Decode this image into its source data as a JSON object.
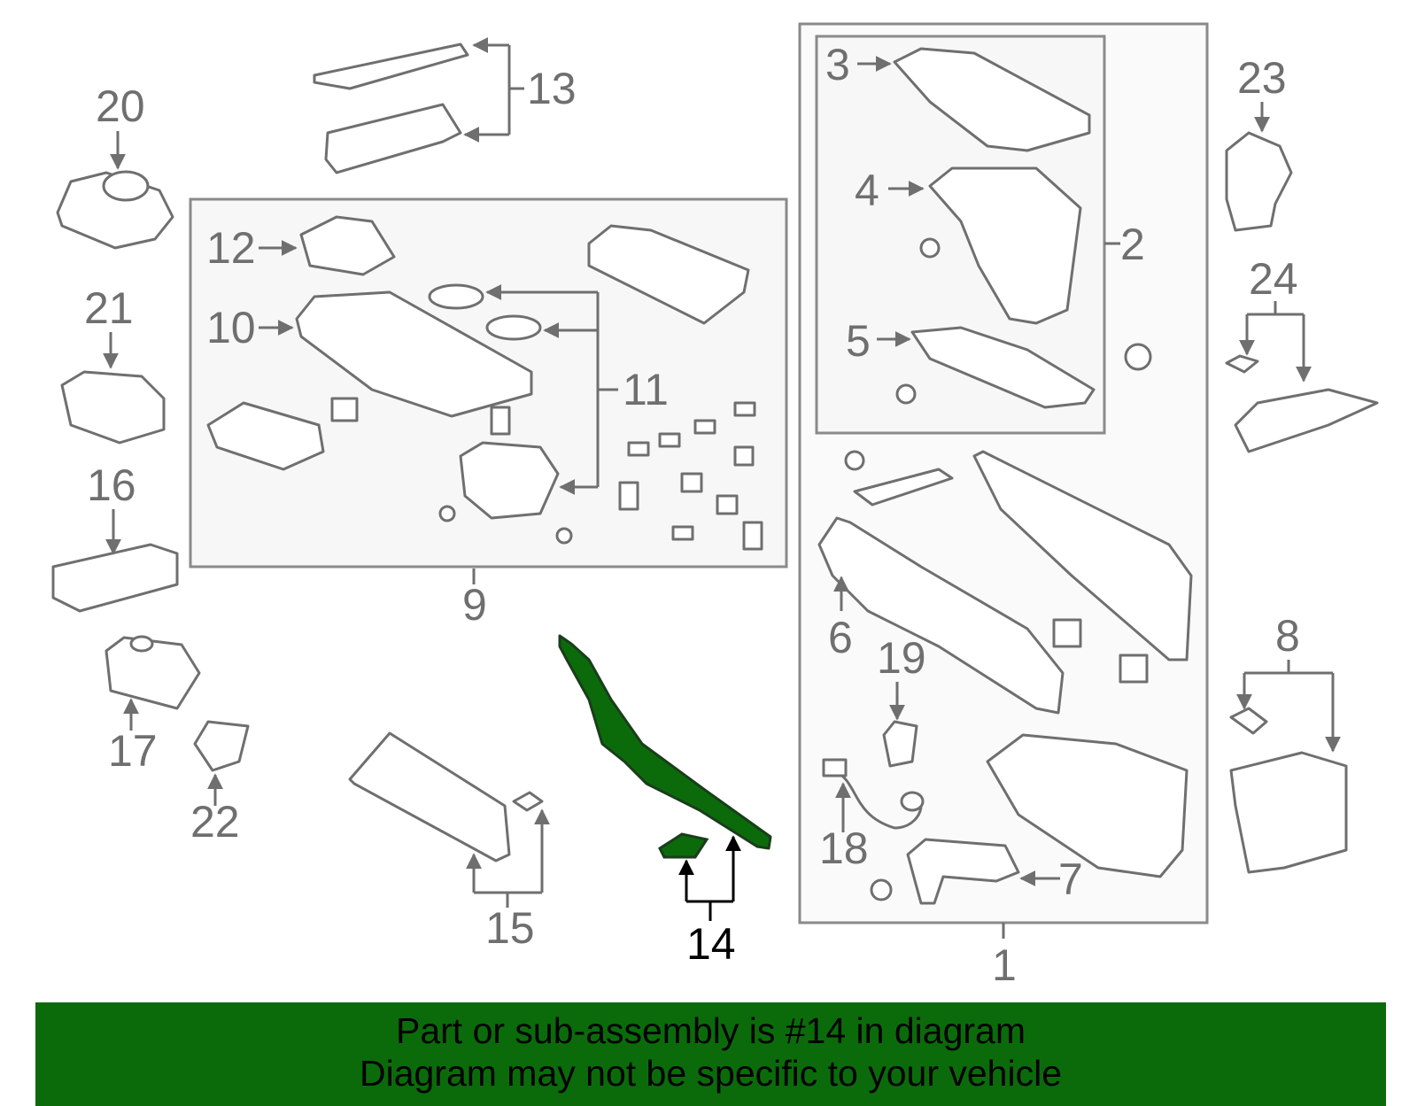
{
  "diagram": {
    "selected_part": "14",
    "highlight_color": "#0b6b0b",
    "callouts": [
      "1",
      "2",
      "3",
      "4",
      "5",
      "6",
      "7",
      "8",
      "9",
      "10",
      "11",
      "12",
      "13",
      "14",
      "15",
      "16",
      "17",
      "18",
      "19",
      "20",
      "21",
      "22",
      "23",
      "24"
    ]
  },
  "banner": {
    "line1": "Part or sub-assembly is #14 in diagram",
    "line2": "Diagram may not be specific to your vehicle",
    "background": "#0b6b0b"
  }
}
